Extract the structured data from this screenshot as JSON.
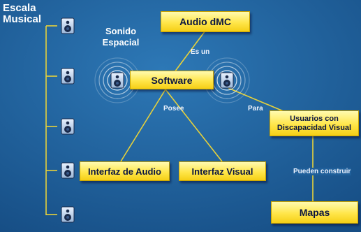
{
  "title": "Escala Musical",
  "title_line1": "Escala",
  "title_line2": "Musical",
  "spatial_label_line1": "Sonido",
  "spatial_label_line2": "Espacial",
  "nodes": {
    "audio_dmc": "Audio dMC",
    "software": "Software",
    "usuarios_line1": "Usuarios con",
    "usuarios_line2": "Discapacidad Visual",
    "interfaz_audio": "Interfaz de Audio",
    "interfaz_visual": "Interfaz Visual",
    "mapas": "Mapas"
  },
  "edge_labels": {
    "es_un": "Es un",
    "posee": "Posee",
    "para": "Para",
    "pueden_construir": "Pueden construir"
  },
  "icons": {
    "scale_speakers": [
      "speaker-icon",
      "speaker-icon",
      "speaker-icon",
      "speaker-icon",
      "speaker-icon"
    ],
    "spatial_speakers": [
      "speaker-icon",
      "speaker-icon"
    ]
  },
  "colors": {
    "background": "#1f5f9a",
    "node_fill": "#ffe64a",
    "line": "#e8d23a",
    "node_text": "#0a1540",
    "label_text": "#ffffff"
  }
}
